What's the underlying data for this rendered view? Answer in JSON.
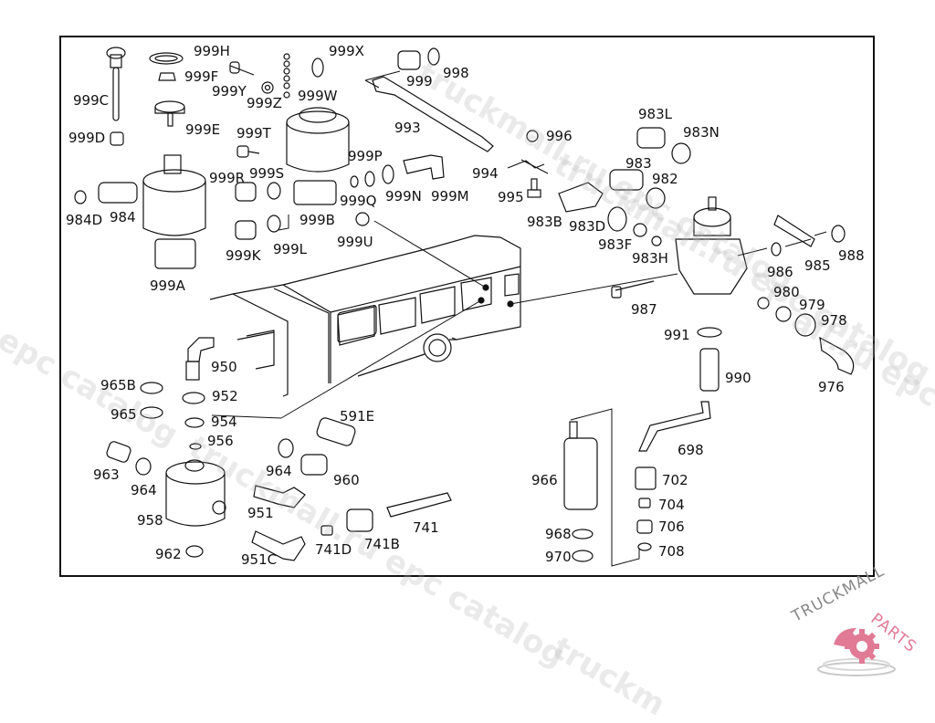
{
  "diagram": {
    "title": "Parts diagram - bus auxiliary air/fluid system components",
    "labels": {
      "p999H": "999H",
      "p999X": "999X",
      "p999F": "999F",
      "p999Y": "999Y",
      "p999C": "999C",
      "p999Z": "999Z",
      "p999W": "999W",
      "p999D": "999D",
      "p999E": "999E",
      "p999T": "999T",
      "p999P": "999P",
      "p999R": "999R",
      "p999S": "999S",
      "p999Q": "999Q",
      "p999N": "999N",
      "p999M": "999M",
      "p999B": "999B",
      "p999K": "999K",
      "p999L": "999L",
      "p999U": "999U",
      "p999A": "999A",
      "p984D": "984D",
      "p984": "984",
      "p999": "999",
      "p998": "998",
      "p993": "993",
      "p996": "996",
      "p994": "994",
      "p995": "995",
      "p983L": "983L",
      "p983N": "983N",
      "p983": "983",
      "p982": "982",
      "p983B": "983B",
      "p983D": "983D",
      "p983F": "983F",
      "p983H": "983H",
      "p986": "986",
      "p985": "985",
      "p988": "988",
      "p987": "987",
      "p980": "980",
      "p979": "979",
      "p978": "978",
      "p976": "976",
      "p991": "991",
      "p990": "990",
      "p698": "698",
      "p950": "950",
      "p965B": "965B",
      "p952": "952",
      "p965": "965",
      "p954": "954",
      "p956": "956",
      "p963": "963",
      "p964a": "964",
      "p958": "958",
      "p962": "962",
      "p591E": "591E",
      "p964b": "964",
      "p960": "960",
      "p951": "951",
      "p951C": "951C",
      "p741": "741",
      "p741D": "741D",
      "p741B": "741B",
      "p966": "966",
      "p968": "968",
      "p970": "970",
      "p702": "702",
      "p704": "704",
      "p706": "706",
      "p708": "708"
    }
  },
  "watermarks": {
    "w1": "truckmall.ru epc catalog",
    "w2": "l epc catalog",
    "w3": "truckmall.ru epc catalog",
    "w4": "truckmall.ru epc catalog",
    "w5": "all.ru epc",
    "w6": "truckm"
  },
  "logo": {
    "text_gray": "TRUCKMALL",
    "text_pink": "PARTS",
    "gray_color": "#888888",
    "pink_color": "#e07a95"
  }
}
